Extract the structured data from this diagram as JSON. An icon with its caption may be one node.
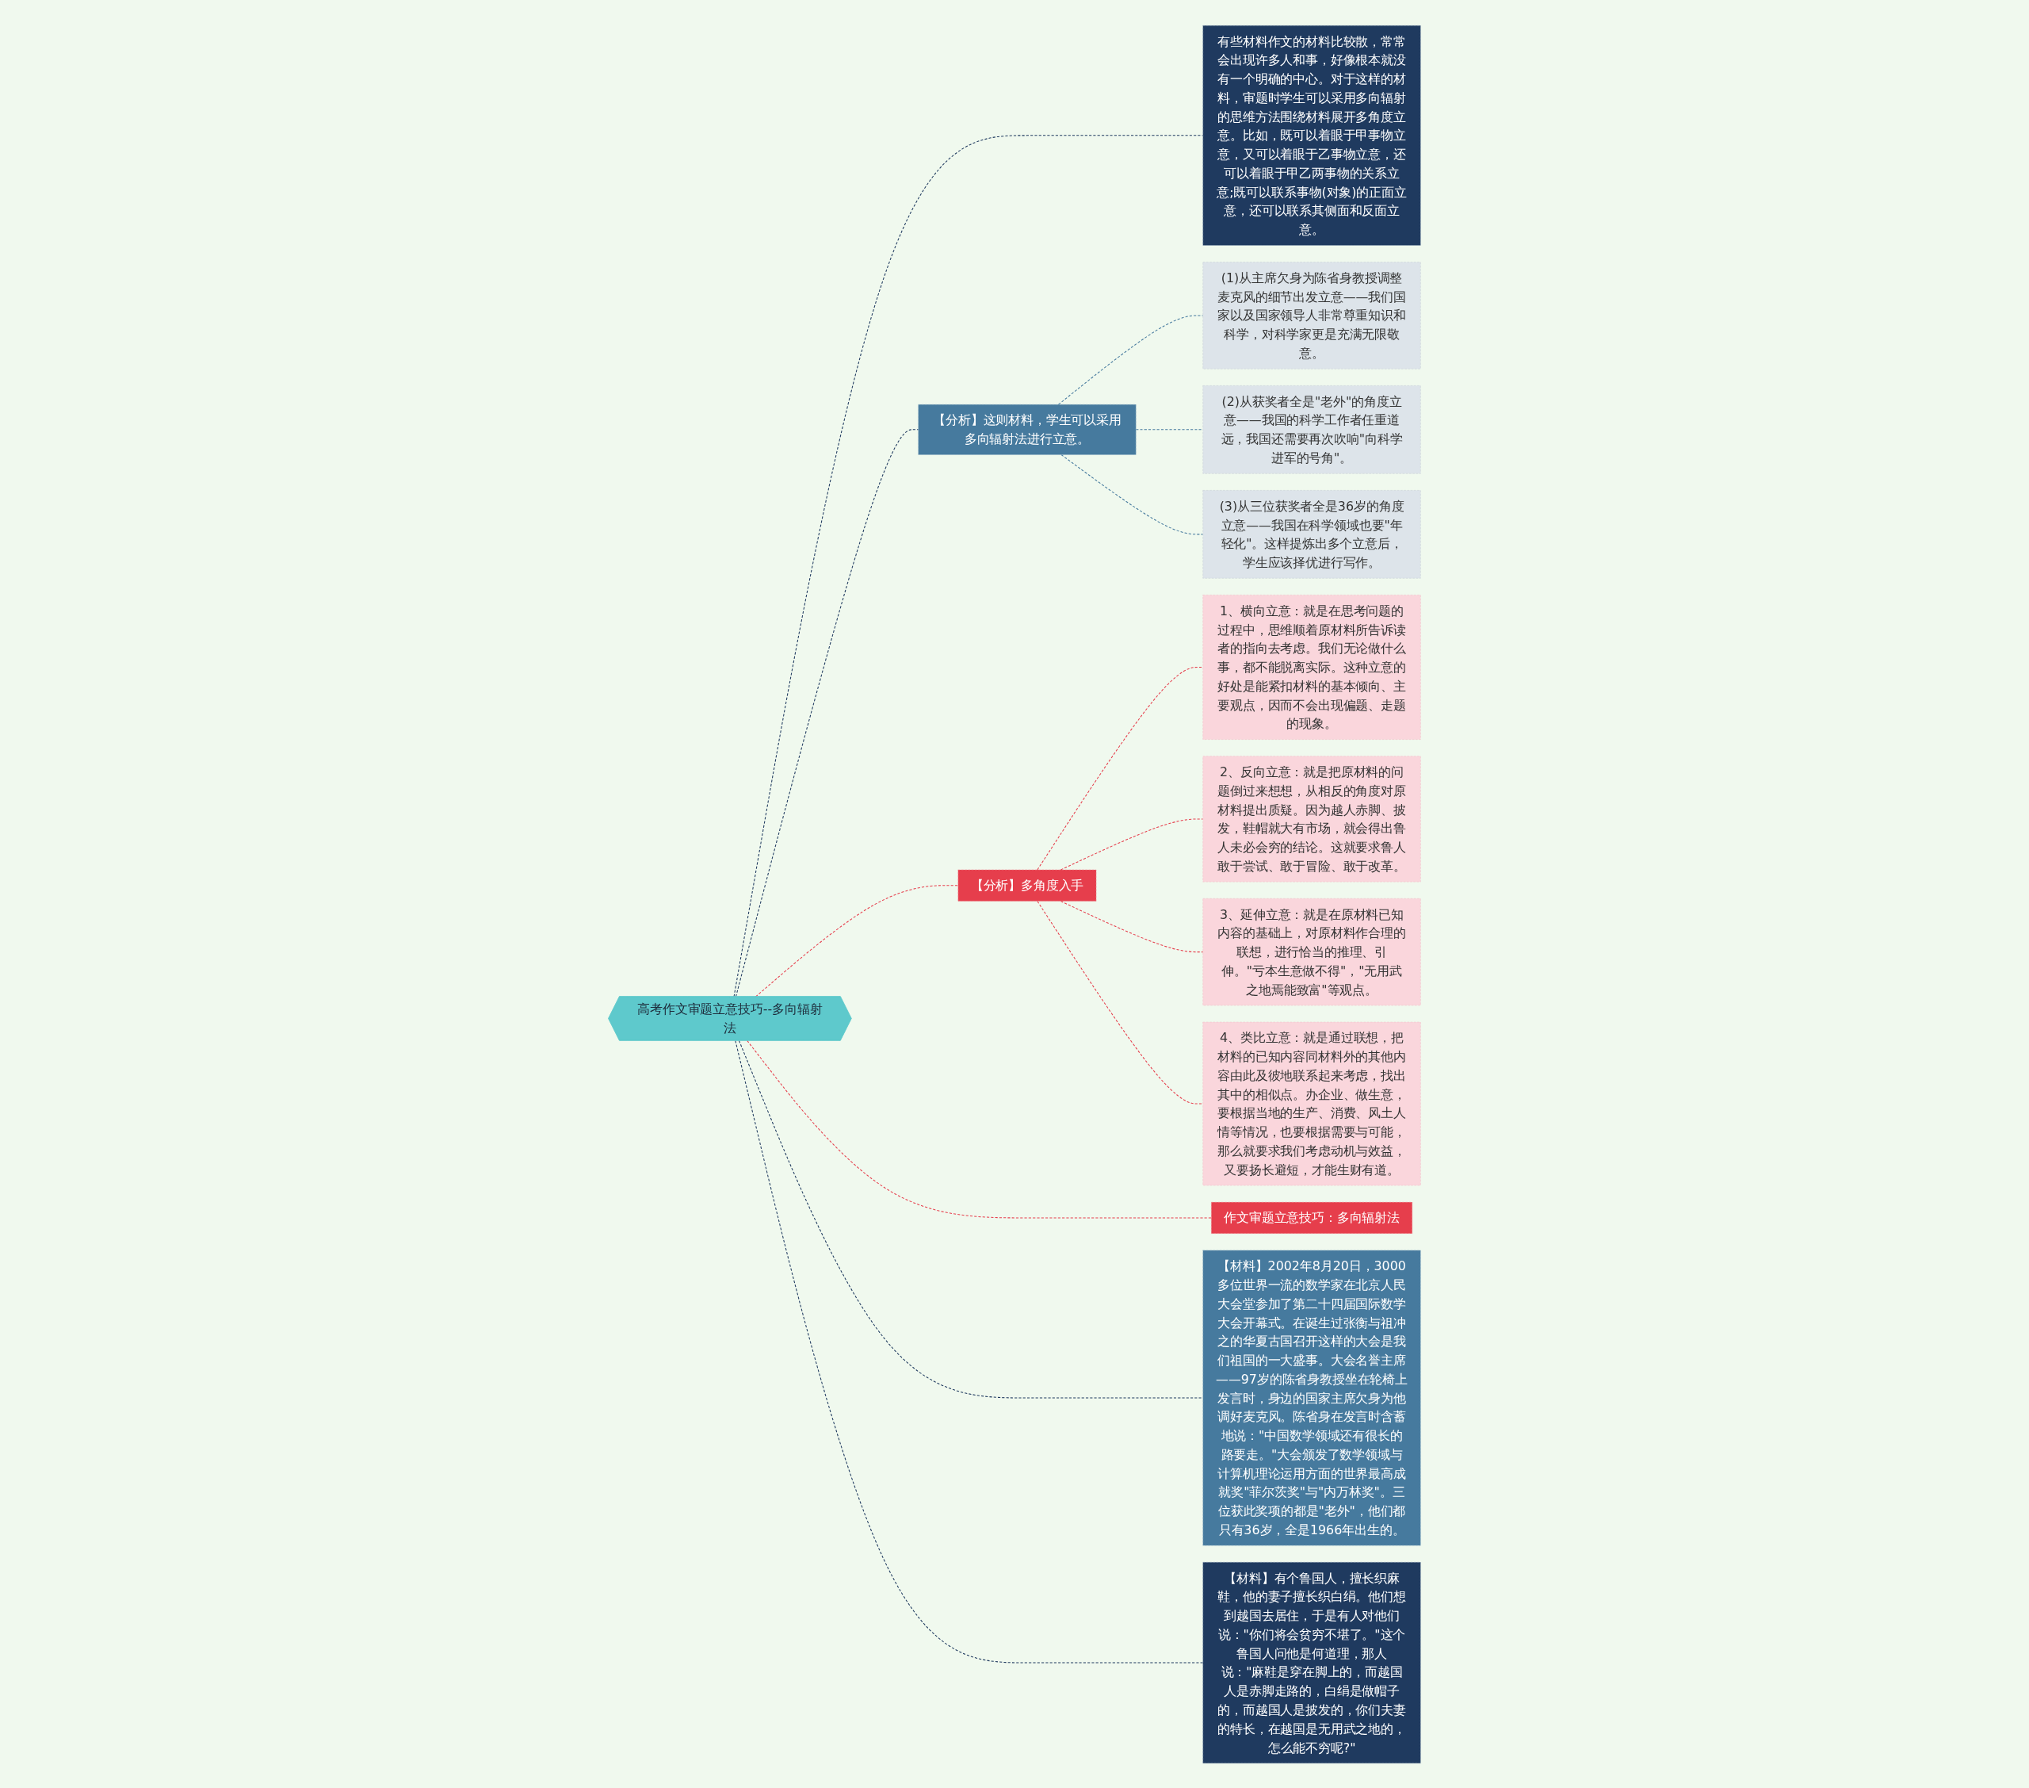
{
  "diagram": {
    "nodes": [
      {
        "text": [
          "高考作文审题立意技巧--多向辐射法"
        ]
      },
      {
        "text": [
          "有些材料作文的材料比较散，常常会出现许多人和事，好像根本就没有一个明确的中心。对于这样的材料，审题时学生可以采用多向辐射的思维方法围绕材料展开多角度立意。比如，既可以着眼于甲事物立意，又可以着眼于乙事物立意，还可以着眼于甲乙两事物的关系立意;既可以联系事物(对象)的正面立意，还可以联系其侧面和反面立意。"
        ]
      },
      {
        "text": [
          "【分析】这则材料，学生可以采用多向辐射法进行立意。"
        ]
      },
      {
        "text": [
          "(1)从主席欠身为陈省身教授调整麦克风的细节出发立意——我们国家以及国家领导人非常尊重知识和科学，对科学家更是充满无限敬意。"
        ]
      },
      {
        "text": [
          "(2)从获奖者全是\"老外\"的角度立意——我国的科学工作者任重道远，我国还需要再次吹响\"向科学进军的号角\"。"
        ]
      },
      {
        "text": [
          "(3)从三位获奖者全是36岁的角度立意——我国在科学领域也要\"年轻化\"。这样提炼出多个立意后，学生应该择优进行写作。"
        ]
      },
      {
        "text": [
          "【分析】多角度入手"
        ]
      },
      {
        "text": [
          "1、横向立意：就是在思考问题的过程中，思维顺着原材料所告诉读者的指向去考虑。我们无论做什么事，都不能脱离实际。这种立意的好处是能紧扣材料的基本倾向、主要观点，因而不会出现偏题、走题的现象。"
        ]
      },
      {
        "text": [
          "2、反向立意：就是把原材料的问题倒过来想想，从相反的角度对原材料提出质疑。因为越人赤脚、披发，鞋帽就大有市场，就会得出鲁人未必会穷的结论。这就要求鲁人敢于尝试、敢于冒险、敢于改革。"
        ]
      },
      {
        "text": [
          "3、延伸立意：就是在原材料已知内容的基础上，对原材料作合理的联想，进行恰当的推理、引伸。\"亏本生意做不得\"，\"无用武之地焉能致富\"等观点。"
        ]
      },
      {
        "text": [
          "4、类比立意：就是通过联想，把材料的已知内容同材料外的其他内容由此及彼地联系起来考虑，找出其中的相似点。办企业、做生意，要根据当地的生产、消费、风土人情等情况，也要根据需要与可能，那么就要求我们考虑动机与效益，又要扬长避短，才能生财有道。"
        ]
      },
      {
        "text": [
          "作文审题立意技巧：多向辐射法"
        ]
      },
      {
        "text": [
          "【材料】2002年8月20日，3000多位世界一流的数学家在北京人民大会堂参加了第二十四届国际数学大会开幕式。在诞生过张衡与祖冲之的华夏古国召开这样的大会是我们祖国的一大盛事。大会名誉主席——97岁的陈省身教授坐在轮椅上发言时，身边的国家主席欠身为他调好麦克风。陈省身在发言时含蓄地说：\"中国数学领域还有很长的路要走。\"大会颁发了数学领域与计算机理论运用方面的世界最高成就奖\"菲尔茨奖\"与\"内万林奖\"。三位获此奖项的都是\"老外\"，他们都只有36岁，全是1966年出生的。"
        ]
      },
      {
        "text": [
          "【材料】有个鲁国人，擅长织麻鞋，他的妻子擅长织白绢。他们想到越国去居住，于是有人对他们说：\"你们将会贫穷不堪了。\"这个鲁国人问他是何道理，那人说：\"麻鞋是穿在脚上的，而越国人是赤脚走路的，白绢是做帽子的，而越国人是披发的，你们夫妻的特长，在越国是无用武之地的，怎么能不穷呢?\""
        ]
      }
    ],
    "edges": [
      {
        "from": 0,
        "to": 1,
        "arrow": "none",
        "style": "dashed",
        "color": "#1f3a5f"
      },
      {
        "from": 0,
        "to": 2,
        "arrow": "none",
        "style": "dashed",
        "color": "#1f3a5f"
      },
      {
        "from": 2,
        "to": 3,
        "arrow": "none",
        "style": "dashed",
        "color": "#467a9e"
      },
      {
        "from": 2,
        "to": 4,
        "arrow": "none",
        "style": "dashed",
        "color": "#467a9e"
      },
      {
        "from": 2,
        "to": 5,
        "arrow": "none",
        "style": "dashed",
        "color": "#467a9e"
      },
      {
        "from": 0,
        "to": 6,
        "arrow": "none",
        "style": "dashed",
        "color": "#e63e4c"
      },
      {
        "from": 6,
        "to": 7,
        "arrow": "none",
        "style": "dashed",
        "color": "#e63e4c"
      },
      {
        "from": 6,
        "to": 8,
        "arrow": "none",
        "style": "dashed",
        "color": "#e63e4c"
      },
      {
        "from": 6,
        "to": 9,
        "arrow": "none",
        "style": "dashed",
        "color": "#e63e4c"
      },
      {
        "from": 6,
        "to": 10,
        "arrow": "none",
        "style": "dashed",
        "color": "#e63e4c"
      },
      {
        "from": 0,
        "to": 11,
        "arrow": "none",
        "style": "dashed",
        "color": "#e63e4c"
      },
      {
        "from": 0,
        "to": 12,
        "arrow": "none",
        "style": "dashed",
        "color": "#1f3a5f"
      },
      {
        "from": 0,
        "to": 13,
        "arrow": "none",
        "style": "dashed",
        "color": "#1f3a5f"
      }
    ]
  }
}
